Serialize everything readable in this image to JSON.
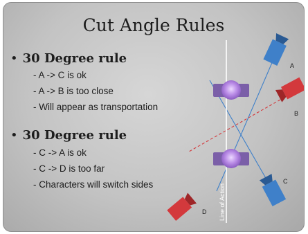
{
  "title": "Cut Angle Rules",
  "section1": {
    "heading": "30 Degree rule",
    "items": [
      "- A -> C is ok",
      "- A -> B is too close",
      "- Will appear as transportation"
    ]
  },
  "section2": {
    "heading": "30 Degree rule",
    "items": [
      "- C -> A is ok",
      "- C -> D is too far",
      "- Characters will switch sides"
    ]
  },
  "diagram": {
    "line_of_action_label": "Line of Action",
    "cameras": [
      {
        "label": "A",
        "color": "#3f80c9"
      },
      {
        "label": "B",
        "color": "#d3393c"
      },
      {
        "label": "C",
        "color": "#3f80c9"
      },
      {
        "label": "D",
        "color": "#d3393c"
      }
    ],
    "character_color": "#a87ad6",
    "base_color": "#7b5fa8"
  }
}
